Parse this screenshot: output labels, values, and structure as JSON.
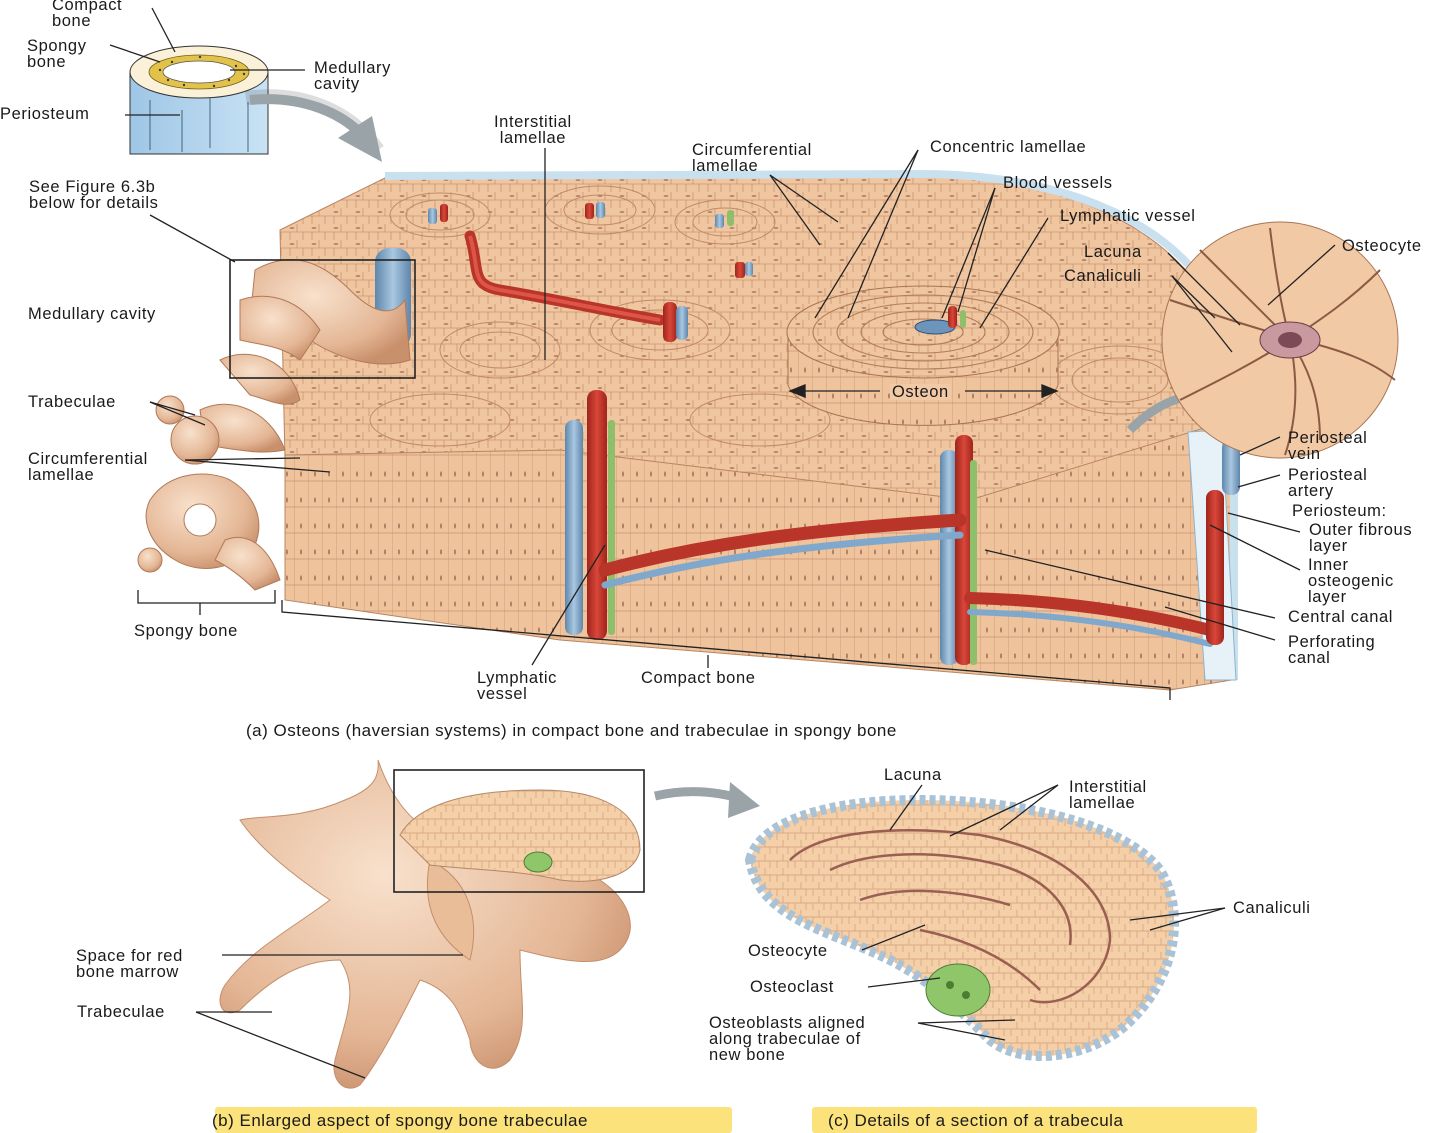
{
  "colors": {
    "bone": "#f1c9a4",
    "bone_dark": "#d9a47c",
    "trabecula": "#ecc9a8",
    "artery": "#c9382b",
    "vein": "#7fa8cc",
    "lymph": "#8fbf6a",
    "periosteum": "#c9e0ef",
    "highlight": "#fbe27a"
  },
  "inset": {
    "compact_bone": [
      "Compact",
      "bone"
    ],
    "spongy_bone": [
      "Spongy",
      "bone"
    ],
    "medullary_cavity": [
      "Medullary",
      "cavity"
    ],
    "periosteum": "Periosteum"
  },
  "left": {
    "see_figure": [
      "See Figure 6.3b",
      "below for details"
    ],
    "medullary_cavity": "Medullary cavity",
    "trabeculae": "Trabeculae",
    "circumferential_lamellae": [
      "Circumferential",
      "lamellae"
    ],
    "spongy_bone": "Spongy bone"
  },
  "top": {
    "interstitial_lamellae": [
      "Interstitial",
      "lamellae"
    ],
    "circumferential_lamellae": [
      "Circumferential",
      "lamellae"
    ],
    "concentric_lamellae": "Concentric lamellae",
    "blood_vessels": "Blood vessels",
    "lymphatic_vessel": "Lymphatic vessel",
    "lacuna": "Lacuna",
    "canaliculi": "Canaliculi",
    "osteocyte": "Osteocyte",
    "osteon": "Osteon"
  },
  "right": {
    "periosteal_vein": [
      "Periosteal",
      "vein"
    ],
    "periosteal_artery": [
      "Periosteal",
      "artery"
    ],
    "periosteum": "Periosteum:",
    "outer_fibrous": [
      "Outer fibrous",
      "layer"
    ],
    "inner_osteogenic": [
      "Inner",
      "osteogenic",
      "layer"
    ],
    "central_canal": "Central canal",
    "perforating_canal": [
      "Perforating",
      "canal"
    ]
  },
  "bottom_a": {
    "lymphatic_vessel": [
      "Lymphatic",
      "vessel"
    ],
    "compact_bone": "Compact bone",
    "caption": "(a) Osteons (haversian systems) in compact bone and trabeculae in spongy bone"
  },
  "panel_b": {
    "space_red_marrow": [
      "Space for red",
      "bone marrow"
    ],
    "trabeculae": "Trabeculae",
    "caption": "(b) Enlarged aspect of spongy bone trabeculae"
  },
  "panel_c": {
    "lacuna": "Lacuna",
    "interstitial_lamellae": [
      "Interstitial",
      "lamellae"
    ],
    "canaliculi": "Canaliculi",
    "osteocyte": "Osteocyte",
    "osteoclast": "Osteoclast",
    "osteoblasts": [
      "Osteoblasts aligned",
      "along trabeculae of",
      "new bone"
    ],
    "caption": "(c) Details of a section of a trabecula"
  }
}
